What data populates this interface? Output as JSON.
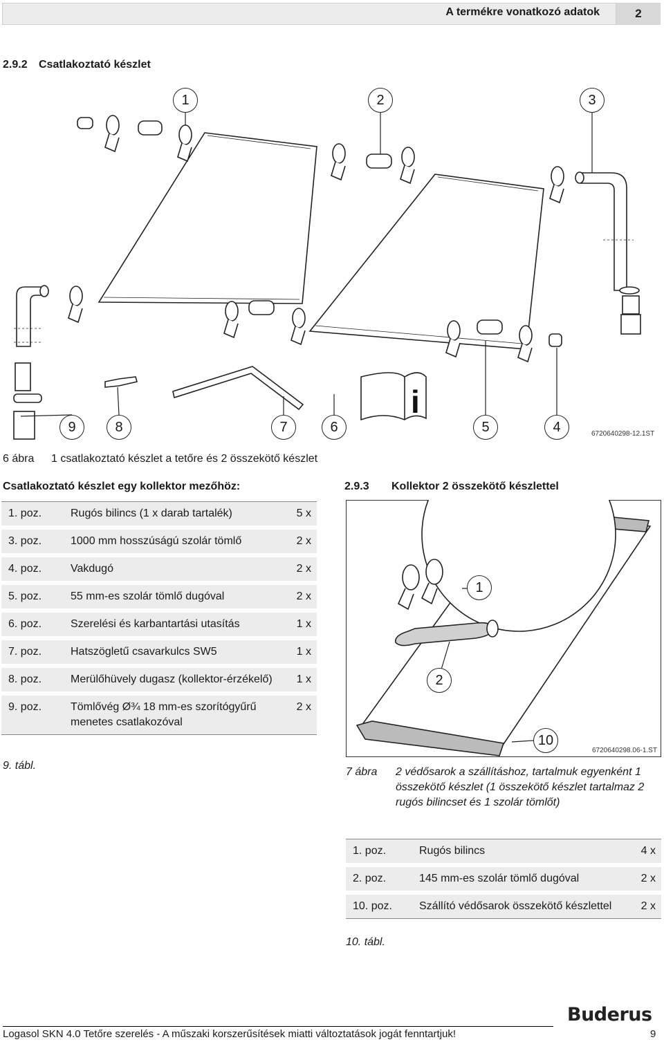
{
  "header": {
    "title": "A termékre vonatkozó adatok",
    "chapter": "2"
  },
  "section_292": {
    "number": "2.9.2",
    "title": "Csatlakoztató készlet"
  },
  "figure6": {
    "callouts": [
      "1",
      "2",
      "3",
      "9",
      "8",
      "7",
      "6",
      "5",
      "4"
    ],
    "info_glyph": "i",
    "id": "6720640298-12.1ST",
    "caption_num": "6 ábra",
    "caption_text": "1 csatlakoztató készlet a tetőre és 2 összekötő készlet"
  },
  "table9": {
    "heading": "Csatlakoztató készlet egy kollektor mezőhöz:",
    "rows": [
      {
        "pos": "1. poz.",
        "desc": "Rugós bilincs (1 x darab tartalék)",
        "qty": "5 x"
      },
      {
        "pos": "3. poz.",
        "desc": "1000 mm hosszúságú szolár tömlő",
        "qty": "2 x"
      },
      {
        "pos": "4. poz.",
        "desc": "Vakdugó",
        "qty": "2 x"
      },
      {
        "pos": "5. poz.",
        "desc": "55 mm-es szolár tömlő dugóval",
        "qty": "2 x"
      },
      {
        "pos": "6. poz.",
        "desc": "Szerelési és karbantartási utasítás",
        "qty": "1 x"
      },
      {
        "pos": "7. poz.",
        "desc": "Hatszögletű csavarkulcs SW5",
        "qty": "1 x"
      },
      {
        "pos": "8. poz.",
        "desc": "Merülőhüvely dugasz (kollektor-érzékelő)",
        "qty": "1 x"
      },
      {
        "pos": "9. poz.",
        "desc": "Tömlővég Ø¾ 18 mm-es szorítógyűrű menetes csatlakozóval",
        "qty": "2 x"
      }
    ],
    "label": "9. tábl."
  },
  "section_293": {
    "number": "2.9.3",
    "title": "Kollektor 2 összekötő készlettel"
  },
  "figure7": {
    "callouts": [
      "1",
      "2",
      "10"
    ],
    "id": "6720640298.06-1.ST",
    "caption_num": "7 ábra",
    "caption_text": "2 védősarok a szállításhoz, tartalmuk egyenként 1 összekötő készlet (1 összekötő készlet tartalmaz 2 rugós bilincset és 1 szolár tömlőt)"
  },
  "table10": {
    "rows": [
      {
        "pos": "1. poz.",
        "desc": "Rugós bilincs",
        "qty": "4 x"
      },
      {
        "pos": "2. poz.",
        "desc": "145 mm-es szolár tömlő dugóval",
        "qty": "2 x"
      },
      {
        "pos": "10. poz.",
        "desc": "Szállító védősarok összekötő készlettel",
        "qty": "2 x"
      }
    ],
    "label": "10. tábl."
  },
  "footer": {
    "text": "Logasol SKN 4.0 Tetőre szerelés - A műszaki korszerűsítések miatti változtatások jogát fenntartjuk!",
    "page": "9",
    "brand": "Buderus"
  }
}
